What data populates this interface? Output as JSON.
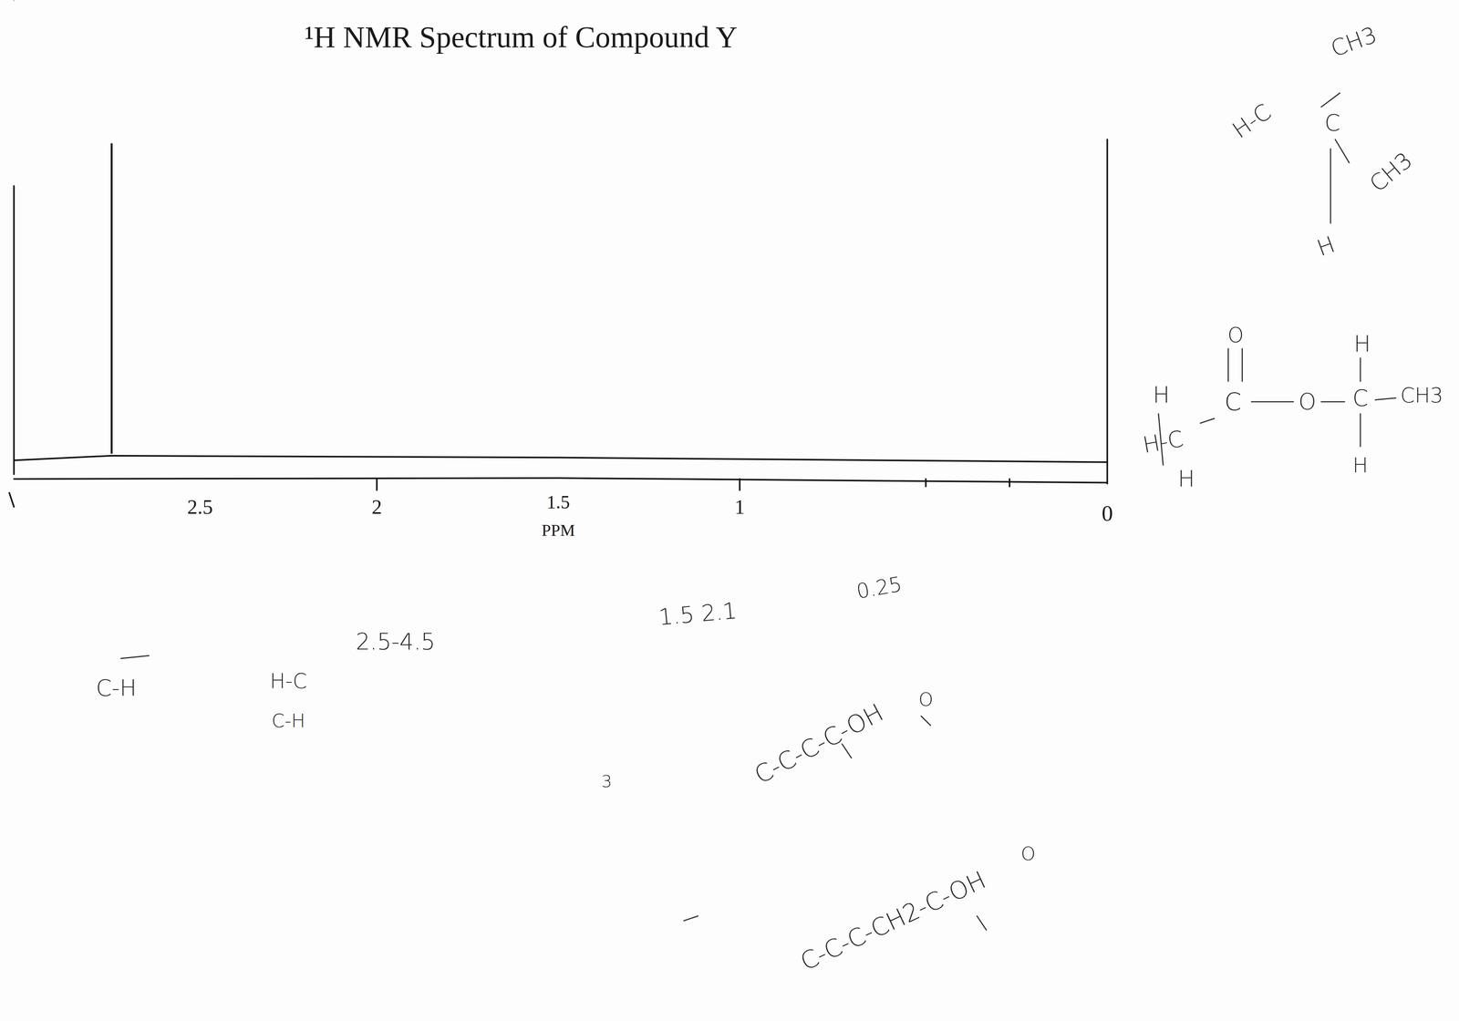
{
  "diagram": {
    "title": "¹H NMR Spectrum of Compound Y",
    "labels": [
      "2.5",
      "2",
      "1.5",
      "PPM",
      "1",
      "0",
      "CH3",
      "H-C",
      "C",
      "CH3",
      "H",
      "H",
      "H-C",
      "H",
      "O",
      "C",
      "O",
      "C",
      "H",
      "CH3",
      "H",
      "C-H",
      "H-C",
      "C-H",
      "2.5-4.5",
      "1.5 2.1",
      "0.25",
      "3",
      "O",
      "C-C-C-C-OH",
      "O",
      "C-C-C-CH2-C-OH"
    ]
  }
}
